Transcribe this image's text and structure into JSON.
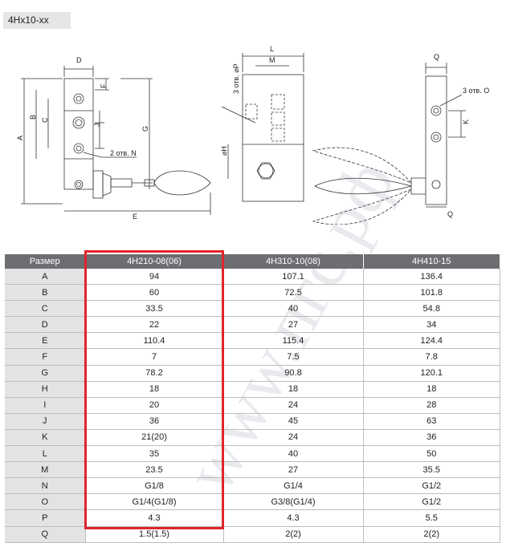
{
  "title": "4Hx10-xx",
  "drawing": {
    "dims": {
      "D": "D",
      "F": "F",
      "C": "C",
      "B": "B",
      "A": "A",
      "J": "J",
      "G": "G",
      "E": "E",
      "L": "L",
      "M": "M",
      "P": "P",
      "H": "H",
      "Q": "Q",
      "O": "O",
      "K": "K"
    },
    "notes": {
      "n_holes": "2 отв. N",
      "p_holes": "3 отв. ⌀P",
      "o_holes": "3 отв. O",
      "h_dia": "⌀H"
    }
  },
  "watermark": "www.пгс.рф",
  "table": {
    "headers": [
      "Размер",
      "4H210-08(06)",
      "4H310-10(08)",
      "4H410-15"
    ],
    "rows": [
      [
        "A",
        "94",
        "107.1",
        "136.4"
      ],
      [
        "B",
        "60",
        "72.5",
        "101.8"
      ],
      [
        "C",
        "33.5",
        "40",
        "54.8"
      ],
      [
        "D",
        "22",
        "27",
        "34"
      ],
      [
        "E",
        "110.4",
        "115.4",
        "124.4"
      ],
      [
        "F",
        "7",
        "7.5",
        "7.8"
      ],
      [
        "G",
        "78.2",
        "90.8",
        "120.1"
      ],
      [
        "H",
        "18",
        "18",
        "18"
      ],
      [
        "I",
        "20",
        "24",
        "28"
      ],
      [
        "J",
        "36",
        "45",
        "63"
      ],
      [
        "K",
        "21(20)",
        "24",
        "36"
      ],
      [
        "L",
        "35",
        "40",
        "50"
      ],
      [
        "M",
        "23.5",
        "27",
        "35.5"
      ],
      [
        "N",
        "G1/8",
        "G1/4",
        "G1/2"
      ],
      [
        "O",
        "G1/4(G1/8)",
        "G3/8(G1/4)",
        "G1/2"
      ],
      [
        "P",
        "4.3",
        "4.3",
        "5.5"
      ],
      [
        "Q",
        "1.5(1.5)",
        "2(2)",
        "2(2)"
      ]
    ]
  },
  "highlight_color": "#e0242b"
}
